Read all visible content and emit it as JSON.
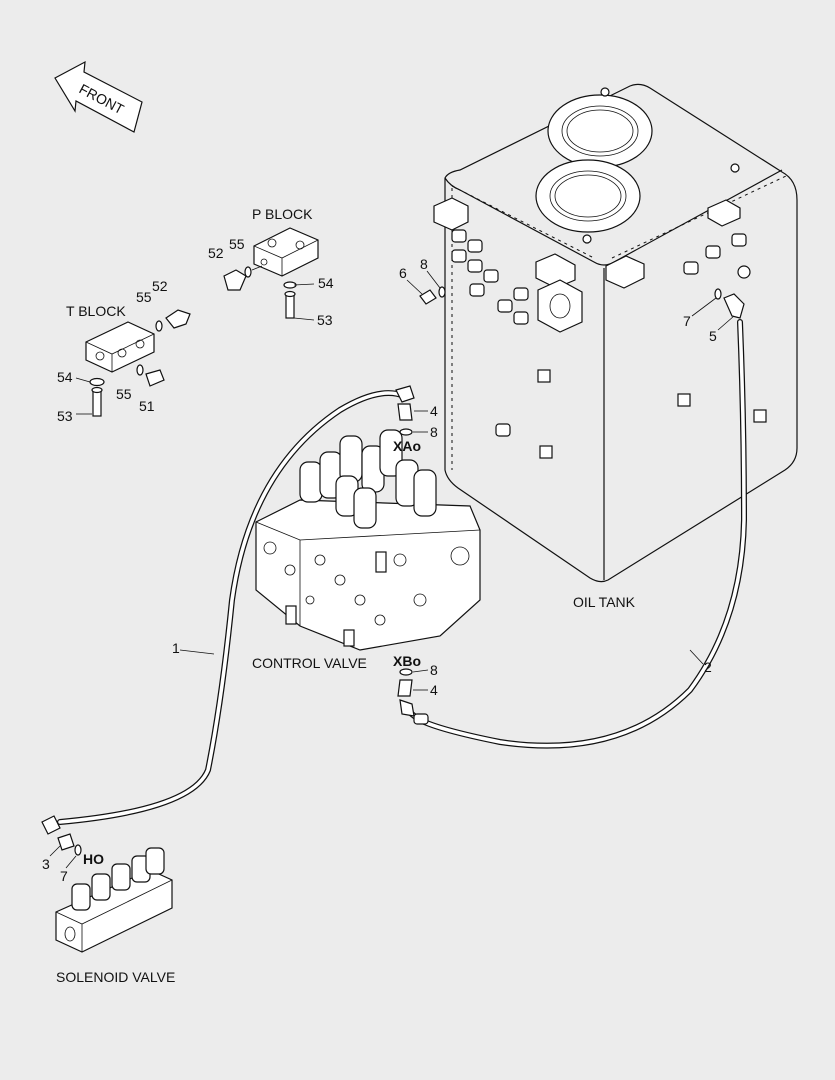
{
  "orientation": {
    "text": "FRONT"
  },
  "assemblies": {
    "p_block": "P BLOCK",
    "t_block": "T BLOCK",
    "oil_tank": "OIL TANK",
    "control_valve": "CONTROL VALVE",
    "solenoid_valve": "SOLENOID VALVE"
  },
  "ports": {
    "xa": "XAo",
    "xb": "XBo",
    "ho": "HO"
  },
  "callouts": {
    "p52": "52",
    "p55": "55",
    "p54": "54",
    "p53": "53",
    "t55": "55",
    "t52": "52",
    "t54": "54",
    "t53": "53",
    "t55b": "55",
    "t51": "51",
    "tank6": "6",
    "tank8": "8",
    "tank7": "7",
    "tank5": "5",
    "xa4": "4",
    "xa8": "8",
    "xb8": "8",
    "xb4": "4",
    "hose1": "1",
    "hose2": "2",
    "sol3": "3",
    "sol7": "7"
  }
}
